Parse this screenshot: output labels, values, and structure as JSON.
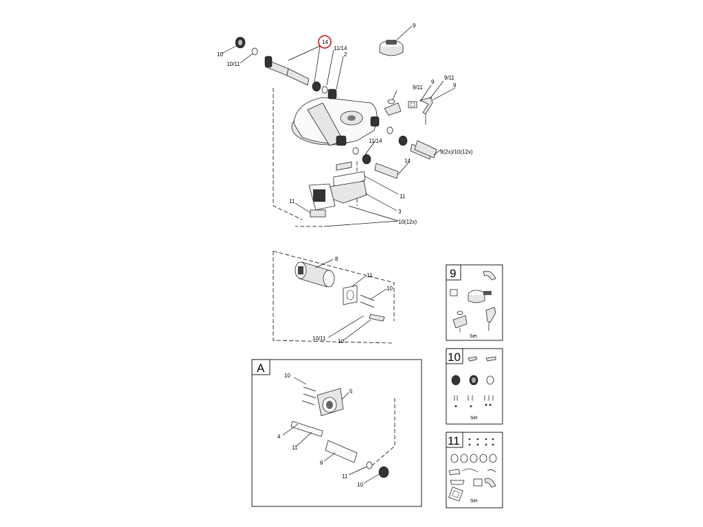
{
  "callouts": {
    "c10_top": "10",
    "c10_11_top": "10/11",
    "c14_hl": "14",
    "c11_14_top": "11/14",
    "c2": "2",
    "c9_knob": "9",
    "c9_11_a": "9/11",
    "c9_a": "9",
    "c9_11_b": "9/11",
    "c9_b": "9",
    "c11_14_mid": "11/14",
    "c9_10_12": "9(2x)/10(12x)",
    "c14_mid": "14",
    "c11_right": "11",
    "c11_left": "11",
    "c3": "3",
    "c10_12x": "10(12x)",
    "c8": "8",
    "c11_pump": "11",
    "c10_pump": "10",
    "c10_11_pump": "10/11",
    "c10_pump_b": "10",
    "cA_10": "10",
    "c5": "5",
    "c4": "4",
    "c11_shaft": "11",
    "c6": "6",
    "c11_bot": "11",
    "c10_bot": "10"
  },
  "sections": {
    "a_title": "A"
  },
  "sets": [
    {
      "number": "9",
      "label": "Set"
    },
    {
      "number": "10",
      "label": "Set"
    },
    {
      "number": "11",
      "label": "Set"
    }
  ],
  "highlight_color": "#d0101a"
}
